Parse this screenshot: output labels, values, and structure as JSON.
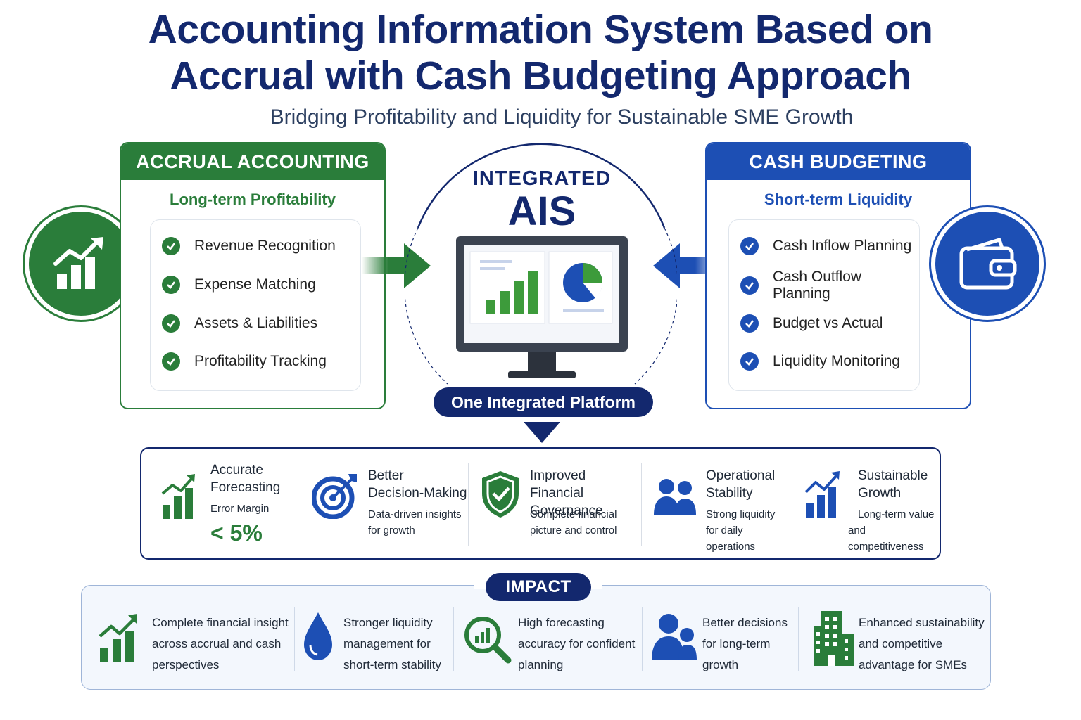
{
  "title_line1": "Accounting Information System Based on",
  "title_line2": "Accrual with Cash Budgeting Approach",
  "subtitle": "Bridging Profitability and Liquidity for Sustainable SME Growth",
  "colors": {
    "navy": "#13286e",
    "green": "#2a7d3a",
    "blue": "#1d4fb4"
  },
  "accrual": {
    "header": "ACCRUAL ACCOUNTING",
    "subheader": "Long-term Profitability",
    "icon": "growth-chart-icon",
    "items": [
      "Revenue Recognition",
      "Expense Matching",
      "Assets & Liabilities",
      "Profitability Tracking"
    ]
  },
  "cash": {
    "header": "CASH BUDGETING",
    "subheader": "Short-term Liquidity",
    "icon": "wallet-icon",
    "items": [
      "Cash Inflow Planning",
      "Cash Outflow Planning",
      "Budget vs Actual",
      "Liquidity Monitoring"
    ]
  },
  "center": {
    "label_top": "INTEGRATED",
    "label_main": "AIS",
    "platform": "One Integrated Platform"
  },
  "benefits": [
    {
      "icon": "growth-chart-icon",
      "title_lines": [
        "Accurate",
        "Forecasting"
      ],
      "desc_lines": [
        "Error Margin"
      ],
      "value": "< 5%"
    },
    {
      "icon": "target-icon",
      "title_lines": [
        "Better",
        "Decision-Making"
      ],
      "desc_lines": [
        "Data-driven insights",
        "for growth"
      ]
    },
    {
      "icon": "shield-check-icon",
      "title_lines": [
        "Improved Financial",
        "Governance"
      ],
      "desc_lines": [
        "Complete financial",
        "picture and control"
      ]
    },
    {
      "icon": "people-icon",
      "title_lines": [
        "Operational",
        "Stability"
      ],
      "desc_lines": [
        "Strong liquidity",
        "for daily operations"
      ]
    },
    {
      "icon": "growth-chart-icon",
      "title_lines": [
        "Sustainable",
        "Growth"
      ],
      "desc_lines": [
        "Long-term value",
        "and competitiveness"
      ]
    }
  ],
  "impact": {
    "label": "IMPACT",
    "items": [
      {
        "icon": "growth-chart-icon",
        "lines": [
          "Complete financial insight",
          "across accrual and cash",
          "perspectives"
        ]
      },
      {
        "icon": "water-drop-icon",
        "lines": [
          "Stronger liquidity",
          "management for",
          "short-term stability"
        ]
      },
      {
        "icon": "magnifier-chart-icon",
        "lines": [
          "High forecasting",
          "accuracy for confident",
          "planning"
        ]
      },
      {
        "icon": "people-icon",
        "lines": [
          "Better decisions",
          "for long-term",
          "growth"
        ]
      },
      {
        "icon": "building-icon",
        "lines": [
          "Enhanced sustainability",
          "and competitive",
          "advantage for SMEs"
        ]
      }
    ]
  }
}
